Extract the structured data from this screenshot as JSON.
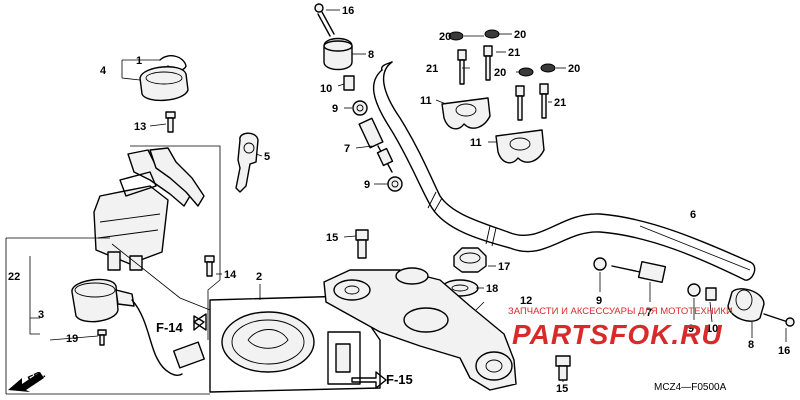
{
  "callouts": [
    {
      "id": "c16a",
      "label": "16"
    },
    {
      "id": "c8a",
      "label": "8"
    },
    {
      "id": "c10a",
      "label": "10"
    },
    {
      "id": "c9a",
      "label": "9"
    },
    {
      "id": "c7a",
      "label": "7"
    },
    {
      "id": "c9b",
      "label": "9"
    },
    {
      "id": "c15a",
      "label": "15"
    },
    {
      "id": "c20a",
      "label": "20"
    },
    {
      "id": "c20b",
      "label": "20"
    },
    {
      "id": "c21a",
      "label": "21"
    },
    {
      "id": "c21b",
      "label": "21"
    },
    {
      "id": "c20c",
      "label": "20"
    },
    {
      "id": "c20d",
      "label": "20"
    },
    {
      "id": "c11a",
      "label": "11"
    },
    {
      "id": "c21c",
      "label": "21"
    },
    {
      "id": "c11b",
      "label": "11"
    },
    {
      "id": "c1",
      "label": "1"
    },
    {
      "id": "c4",
      "label": "4"
    },
    {
      "id": "c13",
      "label": "13"
    },
    {
      "id": "c5",
      "label": "5"
    },
    {
      "id": "c6",
      "label": "6"
    },
    {
      "id": "c2",
      "label": "2"
    },
    {
      "id": "c14",
      "label": "14"
    },
    {
      "id": "c22",
      "label": "22"
    },
    {
      "id": "c3",
      "label": "3"
    },
    {
      "id": "c19",
      "label": "19"
    },
    {
      "id": "c17",
      "label": "17"
    },
    {
      "id": "c18",
      "label": "18"
    },
    {
      "id": "c12",
      "label": "12"
    },
    {
      "id": "c15b",
      "label": "15"
    },
    {
      "id": "c9c",
      "label": "9"
    },
    {
      "id": "c7b",
      "label": "7"
    },
    {
      "id": "c9d",
      "label": "9"
    },
    {
      "id": "c10b",
      "label": "10"
    },
    {
      "id": "c8b",
      "label": "8"
    },
    {
      "id": "c16b",
      "label": "16"
    }
  ],
  "references": {
    "f14": "F-14",
    "f15": "F-15",
    "front": "FR."
  },
  "diagram_code": "MCZ4—F0500A",
  "watermark": {
    "tagline": "ЗАПЧАСТИ И АКСЕССУАРЫ ДЛЯ МОТОТЕХНИКИ",
    "brand": "PARTSFOK.RU"
  }
}
